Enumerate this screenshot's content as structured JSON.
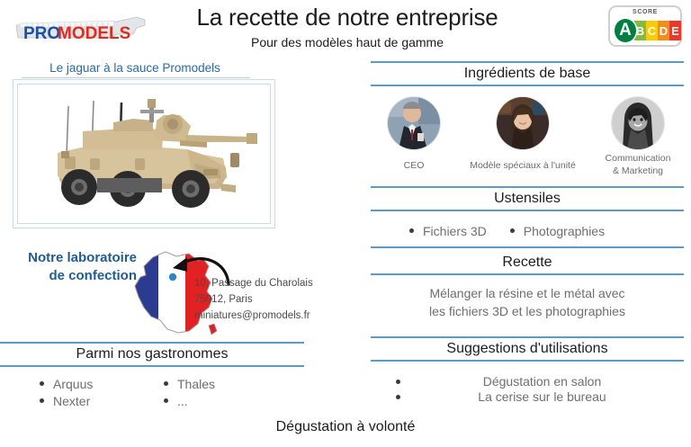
{
  "brand": {
    "logo_pro": "PRO",
    "logo_models": "MODELS",
    "logo_alt": "promodels-logo"
  },
  "header": {
    "title": "La recette de notre entreprise",
    "subtitle": "Pour des modèles haut de gamme"
  },
  "score_badge": {
    "label": "SCORE",
    "grades": [
      {
        "letter": "A",
        "color": "#008040",
        "active": true
      },
      {
        "letter": "B",
        "color": "#84bb3f",
        "active": false
      },
      {
        "letter": "C",
        "color": "#fecb02",
        "active": false
      },
      {
        "letter": "D",
        "color": "#f28c1f",
        "active": false
      },
      {
        "letter": "E",
        "color": "#e8392b",
        "active": false
      }
    ]
  },
  "left": {
    "product_heading": "Le jaguar à la sauce Promodels",
    "product_image_alt": "armored-vehicle-jaguar",
    "lab_heading_line1": "Notre laboratoire",
    "lab_heading_line2": "de confection",
    "map_alt": "france-map",
    "address": {
      "line1": "10,  Passage du Charolais",
      "line2": "75012, Paris",
      "line3": "miniatures@promodels.fr"
    },
    "gastronomes": {
      "title": "Parmi nos gastronomes",
      "column1": [
        "Arquus",
        "Nexter"
      ],
      "column2": [
        "Thales",
        "..."
      ]
    }
  },
  "right": {
    "ingredients": {
      "title": "Ingrédients de base",
      "people": [
        {
          "caption": "CEO",
          "avatar": "avatar-ceo"
        },
        {
          "caption": "Modèle spéciaux à l'unité",
          "avatar": "avatar-model"
        },
        {
          "caption_line1": "Communication",
          "caption_line2": "& Marketing",
          "avatar": "avatar-communication"
        }
      ]
    },
    "ustensiles": {
      "title": "Ustensiles",
      "items": [
        "Fichiers 3D",
        "Photographies"
      ]
    },
    "recette": {
      "title": "Recette",
      "text_line1": "Mélanger la résine et le métal avec",
      "text_line2": "les fichiers 3D et les photographies"
    },
    "suggestions": {
      "title": "Suggestions d'utilisations",
      "items": [
        "Dégustation en salon",
        "La cerise sur le bureau"
      ]
    }
  },
  "footer": {
    "text": "Dégustation à volonté"
  },
  "colors": {
    "rule": "#5b9bc4",
    "blue_text": "#2a6a9e",
    "body_text": "#6e6e6e"
  }
}
